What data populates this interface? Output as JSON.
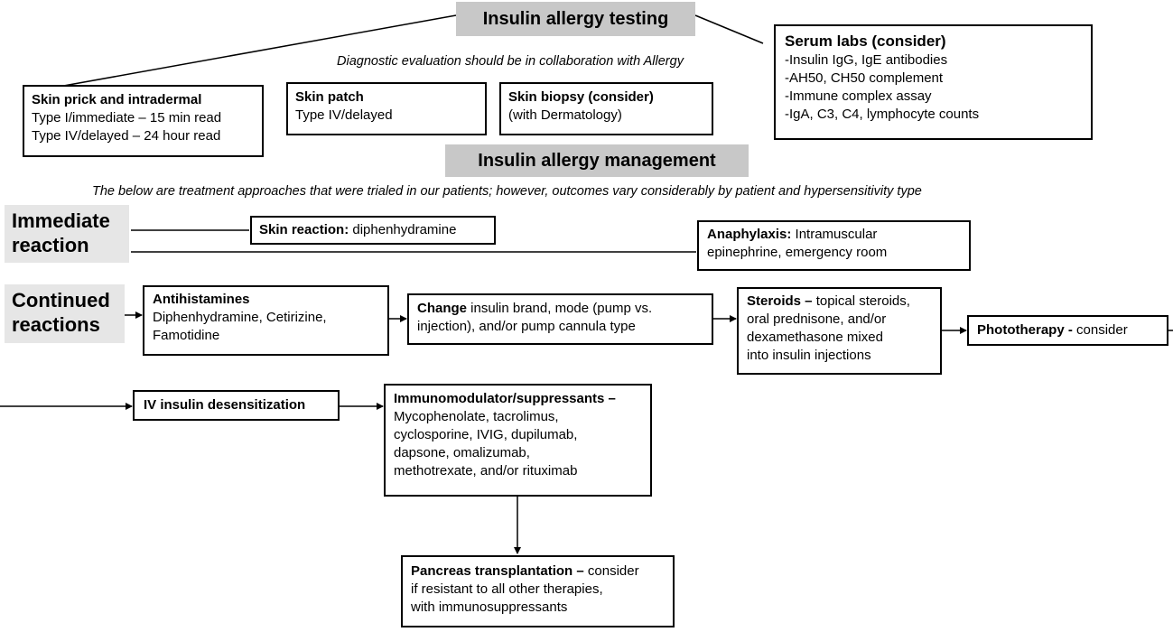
{
  "testing": {
    "title": "Insulin allergy testing",
    "note": "Diagnostic evaluation should be in collaboration with Allergy",
    "skin_prick": {
      "title": "Skin prick and intradermal",
      "line1": "Type I/immediate – 15 min read",
      "line2": "Type IV/delayed – 24 hour read"
    },
    "skin_patch": {
      "title": "Skin patch",
      "line1": "Type IV/delayed"
    },
    "skin_biopsy": {
      "title": "Skin biopsy (consider)",
      "line1": "(with Dermatology)"
    },
    "serum_labs": {
      "title": "Serum labs (consider)",
      "items": [
        "-Insulin IgG, IgE antibodies",
        "-AH50, CH50 complement",
        "-Immune complex assay",
        "-IgA, C3, C4, lymphocyte counts"
      ]
    }
  },
  "management": {
    "title": "Insulin allergy management",
    "note": "The below are treatment approaches that were trialed in our patients; however, outcomes vary considerably by patient and hypersensitivity type",
    "immediate": {
      "label_line1": "Immediate",
      "label_line2": "reaction",
      "skin_reaction": {
        "bold": "Skin reaction:",
        "text": " diphenhydramine"
      },
      "anaphylaxis": {
        "bold": "Anaphylaxis:",
        "text": " Intramuscular",
        "line2": "epinephrine, emergency room"
      }
    },
    "continued": {
      "label_line1": "Continued",
      "label_line2": "reactions",
      "antihistamines": {
        "title": "Antihistamines",
        "line1": "Diphenhydramine, Cetirizine,",
        "line2": "Famotidine"
      },
      "change": {
        "bold": "Change",
        "text": " insulin brand, mode (pump vs.",
        "line2": "injection), and/or pump cannula type"
      },
      "steroids": {
        "bold": "Steroids –",
        "text": " topical steroids,",
        "line2": "oral prednisone, and/or",
        "line3": "dexamethasone mixed",
        "line4": "into insulin injections"
      },
      "phototherapy": {
        "bold": "Phototherapy -",
        "text": " consider"
      },
      "iv_desensitization": {
        "title": "IV insulin desensitization"
      },
      "immunomodulator": {
        "title": "Immunomodulator/suppressants –",
        "lines": [
          "Mycophenolate, tacrolimus,",
          "cyclosporine, IVIG, dupilumab,",
          "dapsone, omalizumab,",
          "methotrexate, and/or rituximab"
        ]
      },
      "pancreas": {
        "bold": "Pancreas transplantation –",
        "text": " consider",
        "line2": "if resistant to all other therapies,",
        "line3": "with immunosuppressants"
      }
    }
  }
}
